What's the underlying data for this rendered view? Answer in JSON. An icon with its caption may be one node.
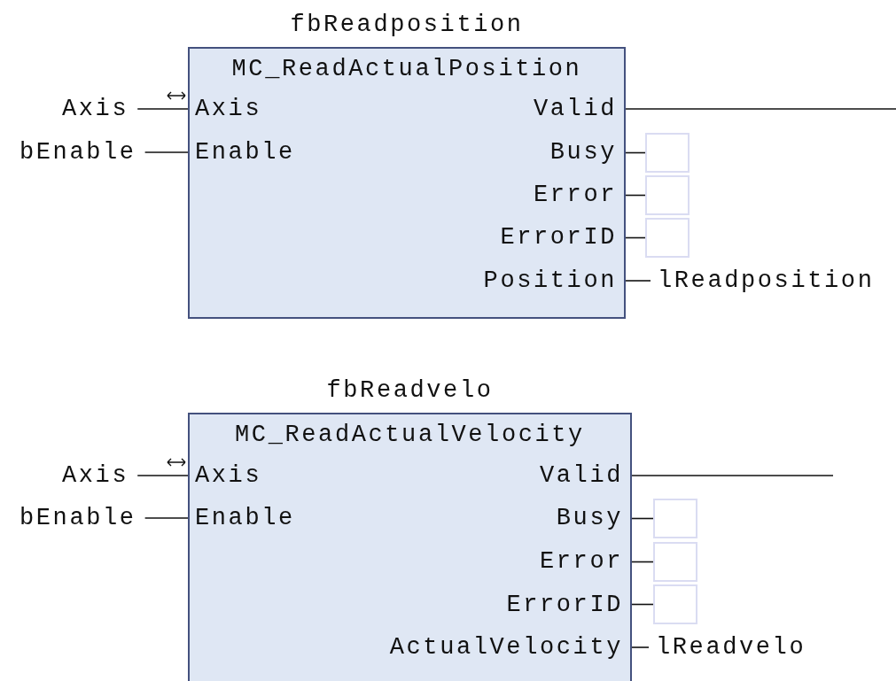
{
  "diagram": {
    "nodes": [
      {
        "text": [
          "fbReadposition",
          "MC_ReadActualPosition",
          "Axis",
          "Enable",
          "Valid",
          "Busy",
          "Error",
          "ErrorID",
          "Position"
        ]
      },
      {
        "text": [
          "Axis"
        ]
      },
      {
        "text": [
          "bEnable"
        ]
      },
      {
        "text": [],
        "shape": "box"
      },
      {
        "text": [],
        "shape": "box"
      },
      {
        "text": [],
        "shape": "box"
      },
      {
        "text": [
          "lReadposition"
        ]
      },
      {
        "text": [
          "fbReadvelo",
          "MC_ReadActualVelocity",
          "Axis",
          "Enable",
          "Valid",
          "Busy",
          "Error",
          "ErrorID",
          "ActualVelocity"
        ]
      },
      {
        "text": [
          "Axis"
        ]
      },
      {
        "text": [
          "bEnable"
        ]
      },
      {
        "text": [],
        "shape": "box"
      },
      {
        "text": [],
        "shape": "box"
      },
      {
        "text": [],
        "shape": "box"
      },
      {
        "text": [
          "lReadvelo"
        ]
      }
    ],
    "edges": [
      {
        "from": 1,
        "to": 0,
        "arrow": "none"
      },
      {
        "from": 2,
        "to": 0,
        "arrow": "none"
      },
      {
        "from": 0,
        "to": null,
        "arrow": "none"
      },
      {
        "from": 0,
        "to": 3,
        "arrow": "none"
      },
      {
        "from": 0,
        "to": 4,
        "arrow": "none"
      },
      {
        "from": 0,
        "to": 5,
        "arrow": "none"
      },
      {
        "from": 0,
        "to": 6,
        "arrow": "none"
      },
      {
        "from": 8,
        "to": 7,
        "arrow": "none"
      },
      {
        "from": 9,
        "to": 7,
        "arrow": "none"
      },
      {
        "from": 7,
        "to": null,
        "arrow": "none"
      },
      {
        "from": 7,
        "to": 10,
        "arrow": "none"
      },
      {
        "from": 7,
        "to": 11,
        "arrow": "none"
      },
      {
        "from": 7,
        "to": 12,
        "arrow": "none"
      },
      {
        "from": 7,
        "to": 13,
        "arrow": "none"
      }
    ]
  }
}
